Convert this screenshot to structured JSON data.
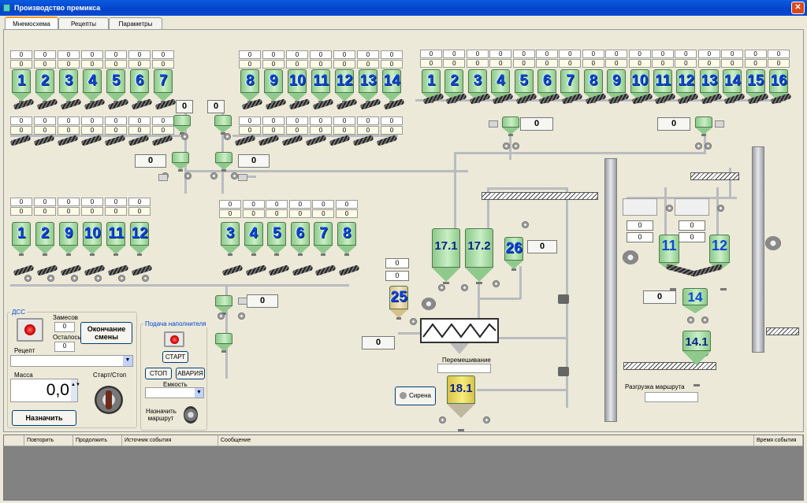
{
  "window": {
    "title": "Производство премикса",
    "close": "✕"
  },
  "tabs": [
    "Мнемосхема",
    "Рецепты",
    "Параметры"
  ],
  "colors": {
    "bin": "#a9dca6",
    "number": "#0b49d9",
    "title": "#0a5be0"
  },
  "groups": {
    "top_left": {
      "labels": [
        "1",
        "2",
        "3",
        "4",
        "5",
        "6",
        "7"
      ],
      "counters": [
        "0",
        "0",
        "0",
        "0",
        "0",
        "0",
        "0"
      ]
    },
    "top_mid": {
      "labels": [
        "8",
        "9",
        "10",
        "11",
        "12",
        "13",
        "14"
      ],
      "counters": [
        "0",
        "0",
        "0",
        "0",
        "0",
        "0",
        "0"
      ]
    },
    "top_right": {
      "labels": [
        "1",
        "2",
        "3",
        "4",
        "5",
        "6",
        "7",
        "8",
        "9",
        "10",
        "11",
        "12",
        "13",
        "14",
        "15",
        "16"
      ],
      "counters": [
        "0",
        "0",
        "0",
        "0",
        "0",
        "0",
        "0",
        "0",
        "0",
        "0",
        "0",
        "0",
        "0",
        "0",
        "0",
        "0"
      ]
    },
    "row2_left": {
      "counters": [
        "0",
        "0",
        "0",
        "0",
        "0",
        "0",
        "0"
      ]
    },
    "row2_mid": {
      "counters": [
        "0",
        "0",
        "0",
        "0",
        "0",
        "0",
        "0"
      ]
    },
    "low_left": {
      "labels": [
        "1",
        "2",
        "9",
        "10",
        "11",
        "12"
      ],
      "counters": [
        "0",
        "0",
        "0",
        "0",
        "0",
        "0"
      ]
    },
    "low_mid": {
      "labels": [
        "3",
        "4",
        "5",
        "6",
        "7",
        "8"
      ],
      "counters": [
        "0",
        "0",
        "0",
        "0",
        "0",
        "0"
      ]
    }
  },
  "displays": {
    "d_a": "0",
    "d_b": "0",
    "d_c": "0",
    "d_d": "0",
    "d_e": "0",
    "d_f": "0",
    "d_g": "0",
    "d_h": "0",
    "d_i": "0",
    "d_j": "0",
    "d_k": "0",
    "d_l": "0",
    "d_m": "0",
    "d_n": "0",
    "d_o": "0",
    "d_p": "0",
    "d_q": "0"
  },
  "vessels": {
    "v17_1": "17.1",
    "v17_2": "17.2",
    "v26": "26",
    "v25": "25",
    "v18_1": "18.1",
    "v11": "11",
    "v12": "12",
    "v14": "14",
    "v14_1": "14.1"
  },
  "dss": {
    "group": "ДСС",
    "zamesov_label": "Замесов",
    "zamesov": "0",
    "ostalos_label": "Осталось",
    "ostalos": "0",
    "end_shift": "Окончание смены",
    "recipe_label": "Рецепт",
    "recipe_value": "",
    "mass_label": "Масса",
    "mass": "0,0",
    "start_stop_label": "Старт/Стоп",
    "assign": "Назначить"
  },
  "filler": {
    "group": "Подача наполнителя",
    "start": "СТАРТ",
    "stop": "СТОП",
    "alarm": "АВАРИЯ",
    "tank_label": "Емкость",
    "tank_value": "",
    "route_label": "Назначить маршрут"
  },
  "mixing": {
    "label": "Перемешивание",
    "value": ""
  },
  "siren": "Сирена",
  "unload": {
    "label": "Разгрузка маршрута",
    "value": ""
  },
  "events": {
    "columns": [
      "Повторить",
      "Продолжить",
      "Источник события",
      "Сообщение",
      "Время события"
    ]
  }
}
